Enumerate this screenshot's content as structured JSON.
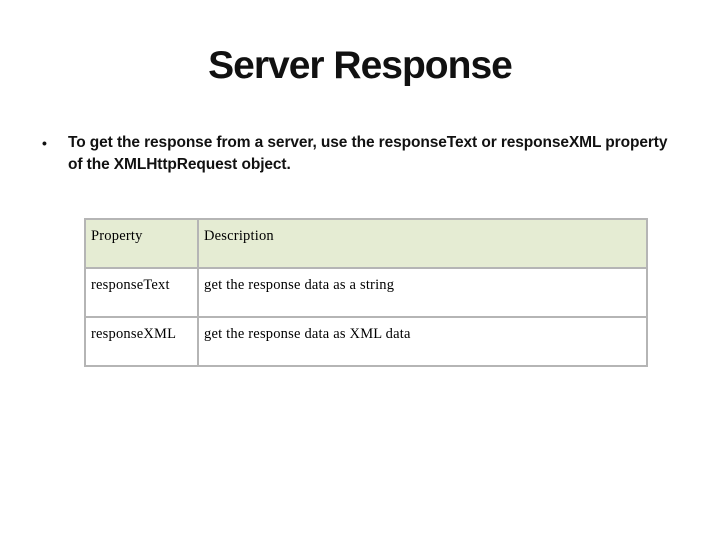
{
  "slide": {
    "title": "Server Response",
    "bullet": {
      "marker": "•",
      "text": "To get the response from a server, use the responseText or responseXML property\nof the XMLHttpRequest object."
    },
    "table": {
      "headers": [
        "Property",
        "Description"
      ],
      "rows": [
        [
          "responseText",
          "get the response data as a string"
        ],
        [
          "responseXML",
          "get the response data as XML data"
        ]
      ]
    },
    "colors": {
      "background": "#ffffff",
      "text": "#000000",
      "table_header_bg": "#e5ecd3",
      "table_border": "#b5b5b5"
    }
  }
}
